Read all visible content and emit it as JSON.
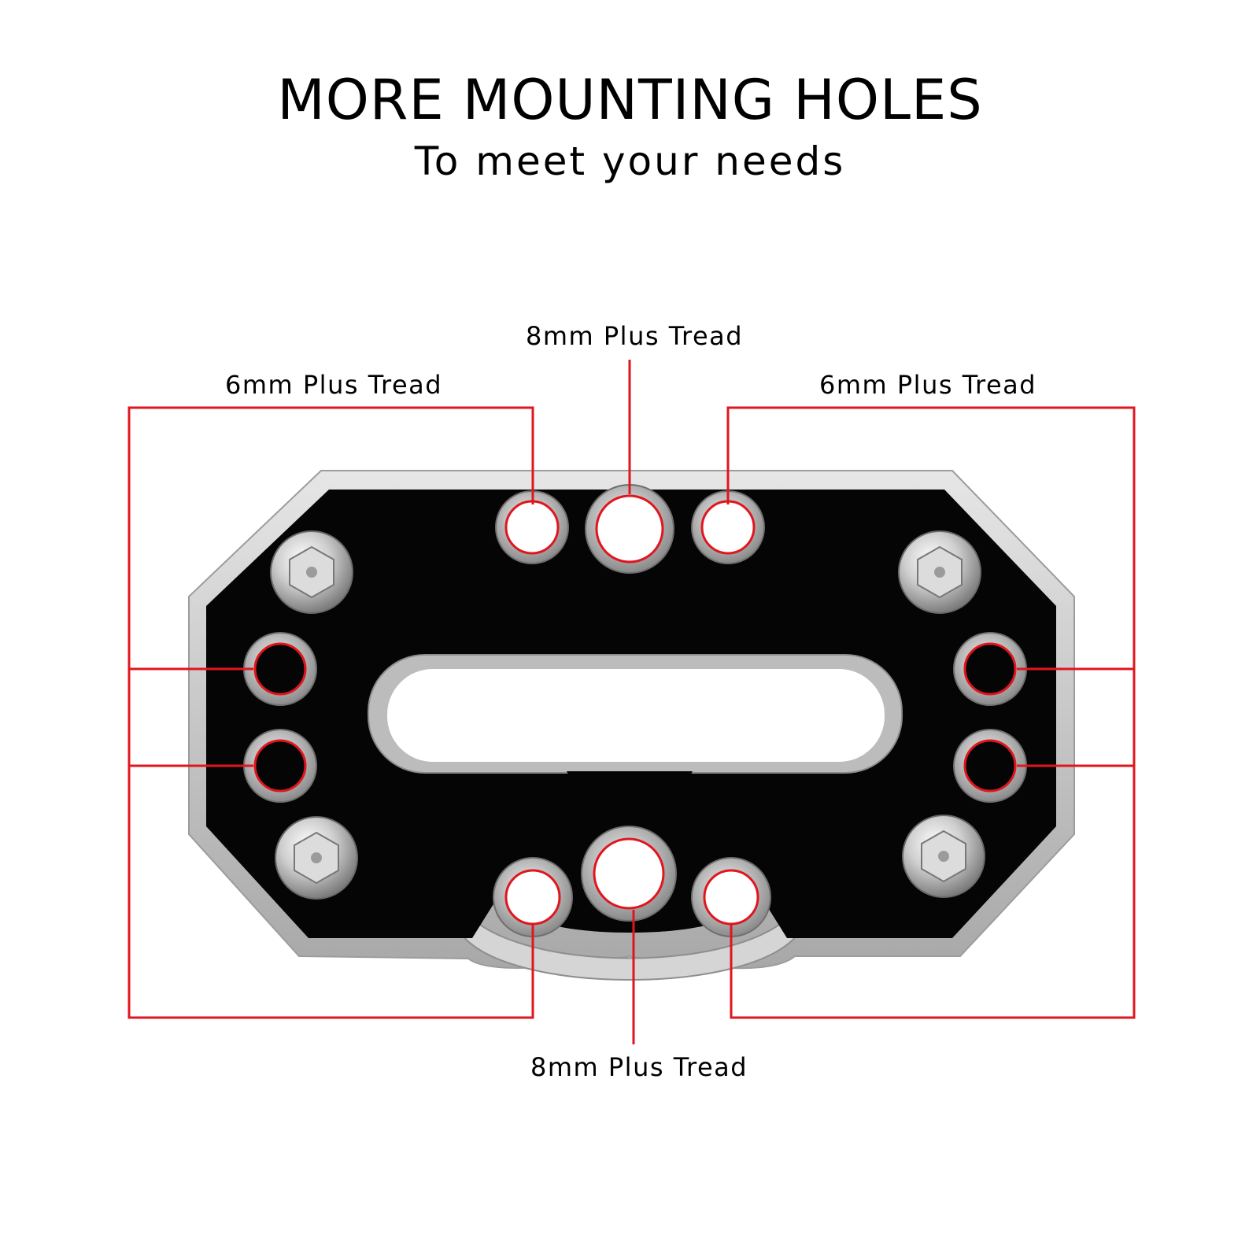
{
  "header": {
    "title": "MORE MOUNTING HOLES",
    "subtitle": "To meet your needs"
  },
  "callouts": {
    "top_center": "8mm Plus Tread",
    "top_left": "6mm Plus Tread",
    "top_right": "6mm Plus Tread",
    "bottom_center": "8mm Plus Tread"
  },
  "colors": {
    "background": "#ffffff",
    "callout_line": "#e0161e",
    "plate": "#050505",
    "plate_edge": "#c9c9c9",
    "text": "#000000"
  }
}
